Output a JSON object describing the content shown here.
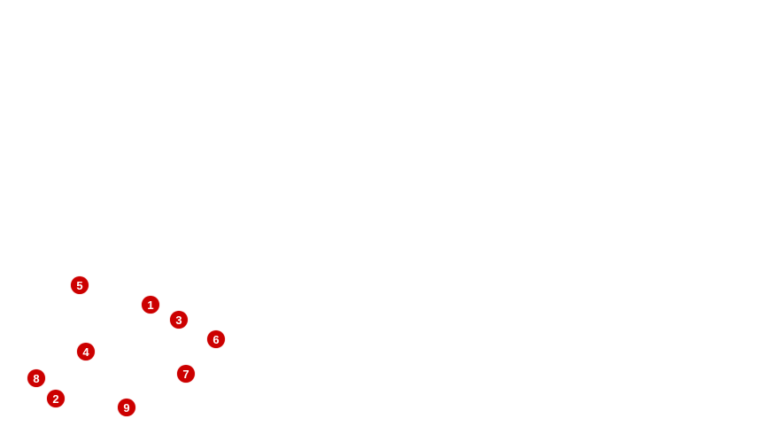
{
  "marker_color": "#cc0000",
  "markers": [
    {
      "label": "1"
    },
    {
      "label": "2"
    },
    {
      "label": "3"
    },
    {
      "label": "4"
    },
    {
      "label": "5"
    },
    {
      "label": "6"
    },
    {
      "label": "7"
    },
    {
      "label": "8"
    },
    {
      "label": "9"
    }
  ]
}
